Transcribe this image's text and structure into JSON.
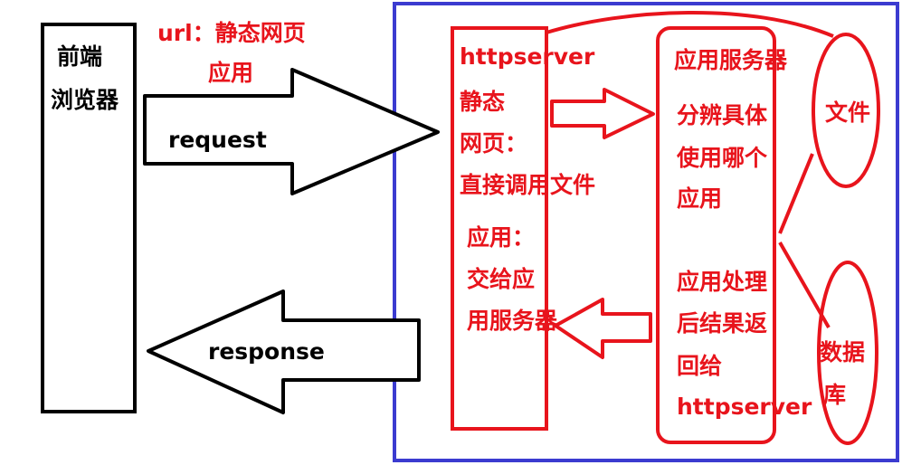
{
  "colors": {
    "red": "#e8141c",
    "blue": "#3b3bd0",
    "black": "#000000"
  },
  "browser": {
    "line1": "前端",
    "line2": "浏览器"
  },
  "url_note": {
    "line1": "url：静态网页",
    "line2": "应用"
  },
  "request_label": "request",
  "response_label": "response",
  "httpserver": {
    "title": "httpserver",
    "static_line1": "静态",
    "static_line2": "网页：",
    "static_line3": "直接调用文件",
    "app_line1": "应用：",
    "app_line2": "交给应",
    "app_line3": "用服务器"
  },
  "app_server": {
    "title": "应用服务器",
    "desc1_line1": "分辨具体",
    "desc1_line2": "使用哪个",
    "desc1_line3": "应用",
    "desc2_line1": "应用处理",
    "desc2_line2": "后结果返",
    "desc2_line3": "回给",
    "desc2_line4": "httpserver"
  },
  "file_label": "文件",
  "db_line1": "数据",
  "db_line2": "库"
}
